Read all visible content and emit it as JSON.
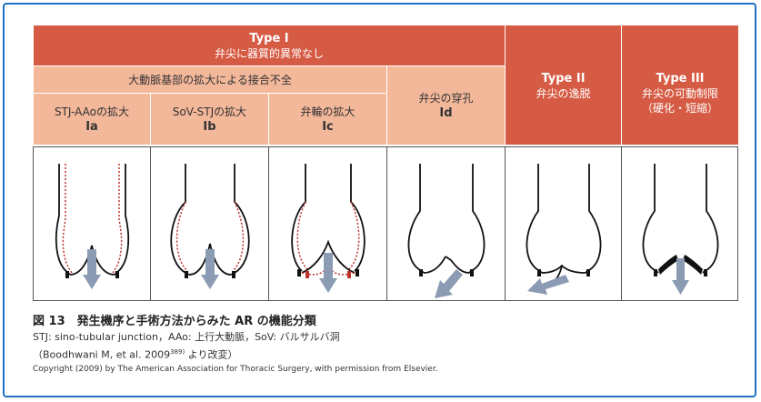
{
  "header": {
    "type1": {
      "title": "Type I",
      "subtitle": "弁尖に器質的異常なし"
    },
    "type1_sub": "大動脈基部の拡大による接合不全",
    "type2": {
      "title": "Type II",
      "subtitle": "弁尖の逸脱"
    },
    "type3": {
      "title": "Type III",
      "subtitle": "弁尖の可動制限",
      "subtitle2": "（硬化・短縮）"
    },
    "subtypes": [
      {
        "label": "STJ-AAoの拡大",
        "code": "Ia"
      },
      {
        "label": "SoV-STJの拡大",
        "code": "Ib"
      },
      {
        "label": "弁輪の拡大",
        "code": "Ic"
      },
      {
        "label": "弁尖の穿孔",
        "code": "Id"
      }
    ]
  },
  "caption": {
    "title": "図 13　発生機序と手術方法からみた AR の機能分類",
    "line1": "STJ: sino-tubular junction，AAo: 上行大動脈，SoV: バルサルバ洞",
    "line2_pre": "（Boodhwani M, et al. 2009",
    "line2_sup": "389)",
    "line2_post": " より改変）",
    "copyright": "Copyright (2009) by The American Association for Thoracic Surgery, with permission from Elsevier."
  },
  "colors": {
    "dark": "#d65b44",
    "light": "#f3b79a",
    "dotted": "#c0312a",
    "arrow": "#8a9bb3",
    "frame": "#1f6fc6"
  }
}
